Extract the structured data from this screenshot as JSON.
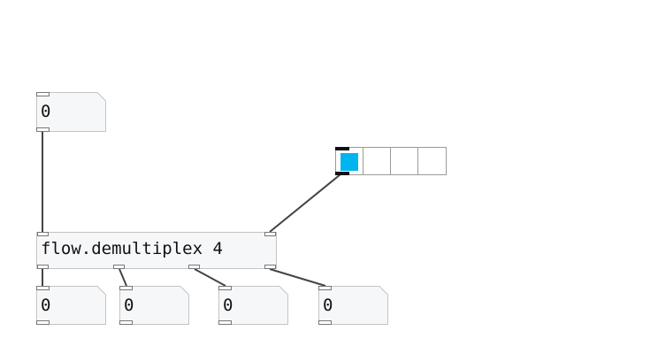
{
  "patch": {
    "top_number": {
      "value": "0"
    },
    "demux": {
      "label": "flow.demultiplex 4"
    },
    "radio": {
      "selected_index": 0,
      "cells": 4,
      "selected_color": "#00b4f0"
    },
    "outputs": [
      {
        "value": "0"
      },
      {
        "value": "0"
      },
      {
        "value": "0"
      },
      {
        "value": "0"
      }
    ]
  }
}
